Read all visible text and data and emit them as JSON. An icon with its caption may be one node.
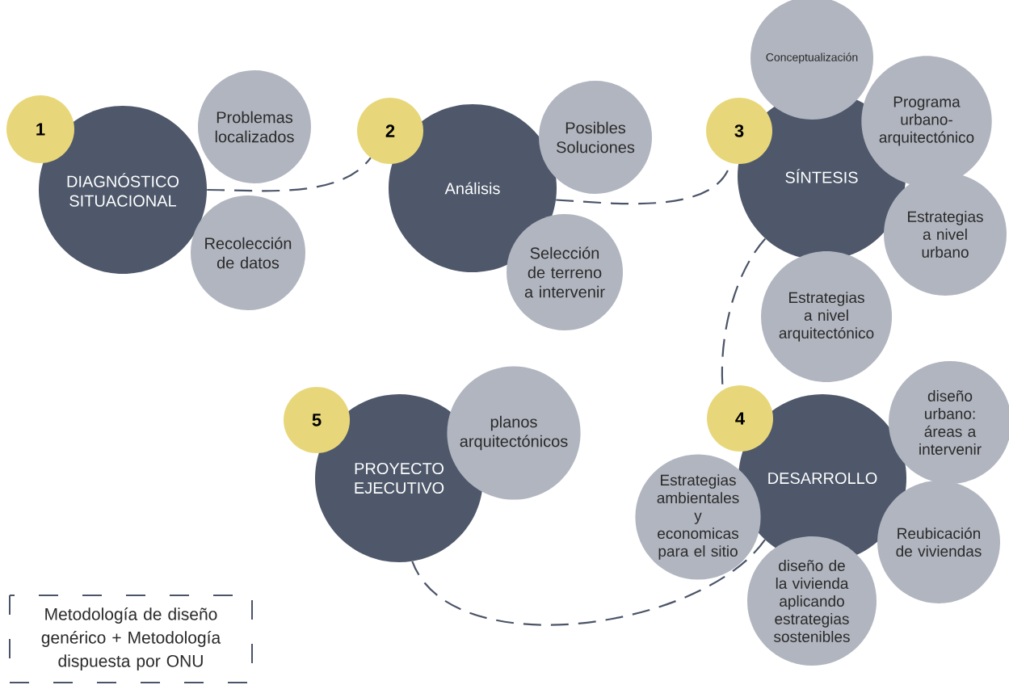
{
  "diagram": {
    "nodes": [
      {
        "text": [
          "1"
        ]
      },
      {
        "text": [
          "DIAGNÓSTICO SITUACIONAL"
        ]
      },
      {
        "text": [
          "Problemas localizados"
        ]
      },
      {
        "text": [
          "Recolección de datos"
        ]
      },
      {
        "text": [
          "2"
        ]
      },
      {
        "text": [
          "Análisis"
        ]
      },
      {
        "text": [
          "Posibles Soluciones"
        ]
      },
      {
        "text": [
          "Selección de terreno a intervenir"
        ]
      },
      {
        "text": [
          "3"
        ]
      },
      {
        "text": [
          "SÍNTESIS"
        ]
      },
      {
        "text": [
          "Conceptualización"
        ]
      },
      {
        "text": [
          "Programa urbano-arquitectónico"
        ]
      },
      {
        "text": [
          "Estrategias a nivel urbano"
        ]
      },
      {
        "text": [
          "Estrategias a nivel arquitectónico"
        ]
      },
      {
        "text": [
          "5"
        ]
      },
      {
        "text": [
          "PROYECTO EJECUTIVO"
        ]
      },
      {
        "text": [
          "planos arquitectónicos"
        ]
      },
      {
        "text": [
          "4"
        ]
      },
      {
        "text": [
          "DESARROLLO"
        ]
      },
      {
        "text": [
          "diseño urbano: áreas a intervenir"
        ]
      },
      {
        "text": [
          "Estrategias ambientales y economicas para el sitio"
        ]
      },
      {
        "text": [
          "Reubicación de viviendas"
        ]
      },
      {
        "text": [
          "diseño de la vivienda aplicando estrategias sostenibles"
        ]
      }
    ],
    "edges": [
      {
        "from": 1,
        "to": 4,
        "arrow": "none",
        "style": "dashed"
      },
      {
        "from": 5,
        "to": 8,
        "arrow": "none",
        "style": "dashed"
      },
      {
        "from": 9,
        "to": 17,
        "arrow": "none",
        "style": "dashed"
      },
      {
        "from": 18,
        "to": 15,
        "arrow": "none",
        "style": "dashed"
      }
    ],
    "labels": [
      "Metodología de diseño genérico + Metodología dispuesta por ONU"
    ]
  }
}
